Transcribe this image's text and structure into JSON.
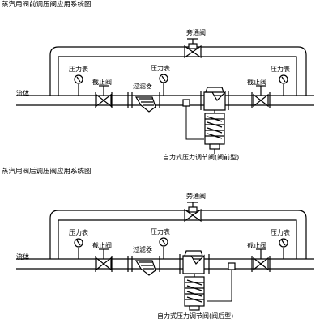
{
  "diagrams": [
    {
      "title": "蒸汽用阀前调压阀应用系统图",
      "bypass_label": "旁通阀",
      "fluid_label": "流体",
      "left_gauge_label": "压力表",
      "mid_gauge_label": "压力表",
      "right_gauge_label": "压力表",
      "left_stop_label": "截止阀",
      "right_stop_label": "截止阀",
      "filter_label": "过滤器",
      "regulator_label": "自力式压力调节阀(阀前型)"
    },
    {
      "title": "蒸汽用阀后调压阀应用系统图",
      "bypass_label": "旁通阀",
      "fluid_label": "流体",
      "left_gauge_label": "压力表",
      "mid_gauge_label": "压力表",
      "right_gauge_label": "压力表",
      "left_stop_label": "截止阀",
      "right_stop_label": "截止阀",
      "filter_label": "过滤器",
      "regulator_label": "自力式压力调节阀(阀后型)"
    }
  ],
  "colors": {
    "line": "#000000",
    "background": "#ffffff"
  }
}
